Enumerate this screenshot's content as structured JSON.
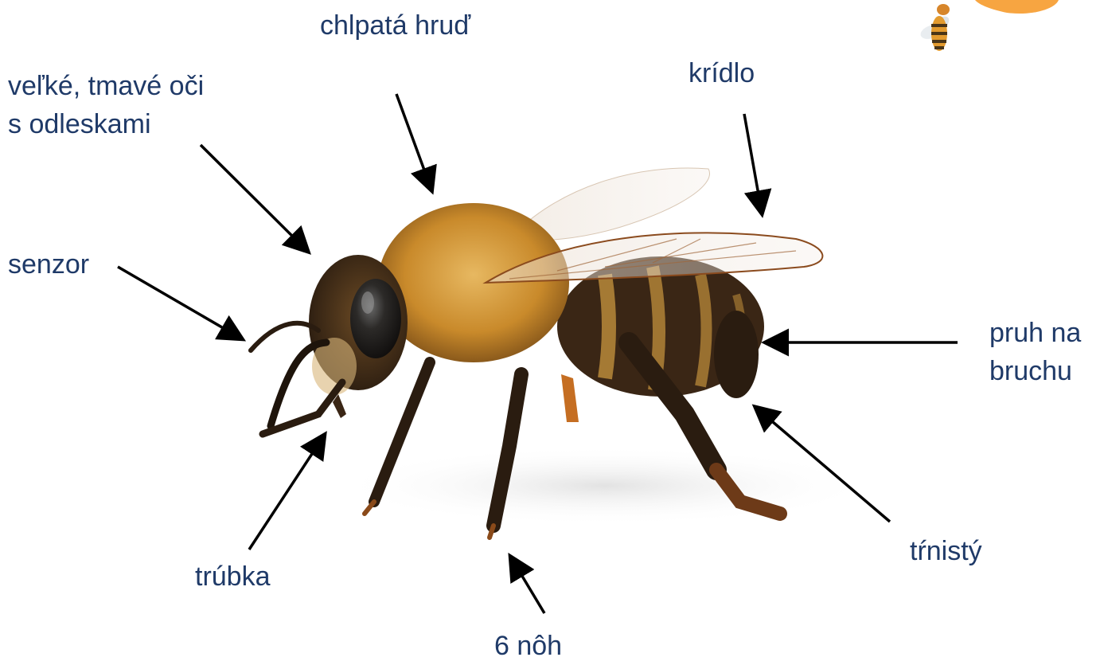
{
  "labels": {
    "thorax": "chlpatá hruď",
    "eyes": "veľké, tmavé oči\ns odleskami",
    "wing": "krídlo",
    "antenna": "senzor",
    "stripe": "pruh na\nbruchu",
    "sting": "tŕnistý",
    "tongue": "trúbka",
    "legs": "6 nôh"
  },
  "colors": {
    "label_text": "#1f3a68",
    "arrow": "#000000",
    "bee_body": "#c98a2b",
    "bee_dark": "#2a1c10",
    "accent_orange": "#f7a541"
  },
  "icons": {
    "corner": "small-bee-icon",
    "photo": "honeybee-photo"
  }
}
